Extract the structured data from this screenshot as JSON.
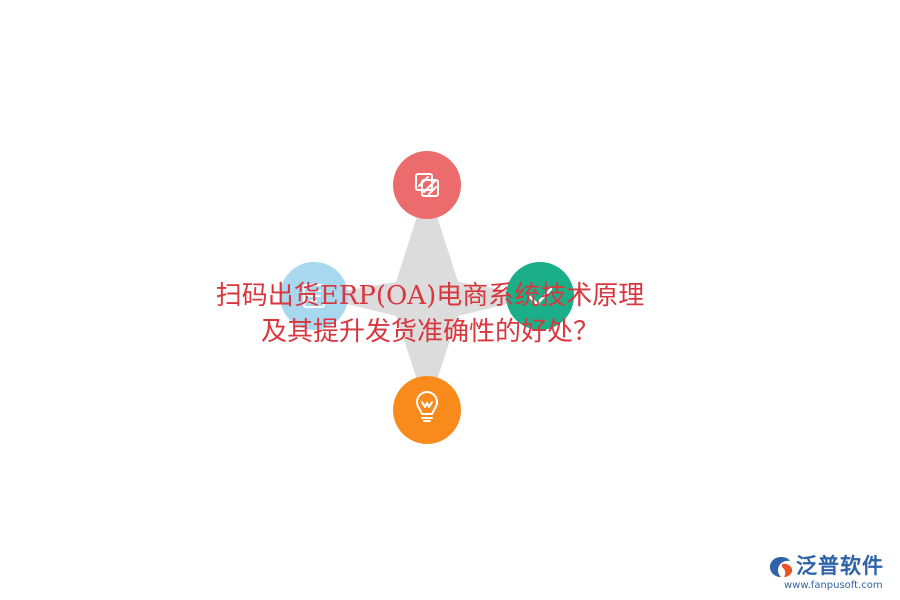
{
  "title": {
    "line1": "扫码出货ERP(OA)电商系统技术原理",
    "line2": "及其提升发货准确性的好处？"
  },
  "nodes": {
    "top": {
      "color": "#ec6b6c",
      "icon": "striped-square-icon"
    },
    "left": {
      "color": "#a7d8ee",
      "icon": "document-icon"
    },
    "right": {
      "color": "#1aaf88",
      "icon": "check-icon"
    },
    "bottom": {
      "color": "#f98a1c",
      "icon": "lightbulb-icon"
    }
  },
  "star_color": "#dcdcdc",
  "brand": {
    "name": "泛普软件",
    "url": "www.fanpusoft.com",
    "color": "#2f62a8",
    "accent": "#e9542a"
  }
}
